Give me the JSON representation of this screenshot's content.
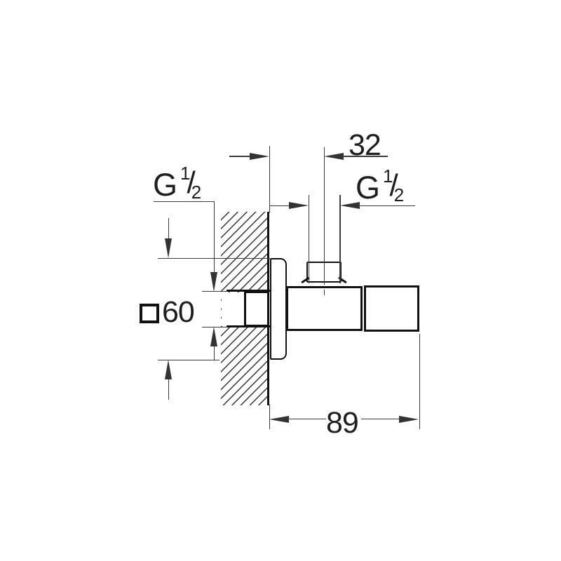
{
  "drawing": {
    "dim_top_offset": "32",
    "dim_escutcheon": "60",
    "dim_depth": "89",
    "thread": {
      "prefix": "G",
      "num": "1",
      "slash": "/",
      "den": "2"
    }
  },
  "colors": {
    "background": "#ffffff",
    "outline": "#111111",
    "dimension_line": "#3b3b3b",
    "text": "#1f1f1f"
  }
}
